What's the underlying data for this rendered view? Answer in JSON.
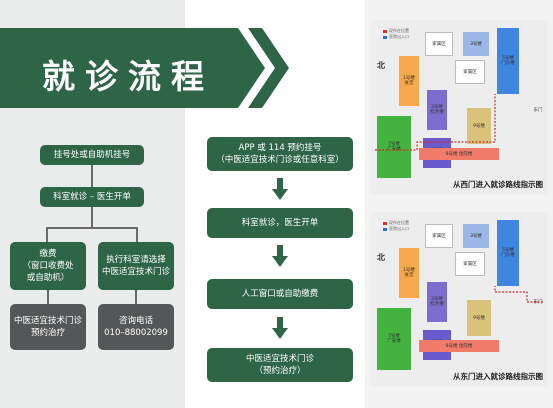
{
  "banner": {
    "title": "就诊流程"
  },
  "left_flow": {
    "step1": "挂号处或自助机挂号",
    "step2": "科室就诊 – 医生开单",
    "step3a": "缴费\n（窗口收费处\n或自助机）",
    "step3b": "执行科室请选择\n中医适宜技术门诊",
    "step4a": "中医适宜技术门诊\n预约治疗",
    "step4b_title": "咨询电话",
    "step4b_phone": "010–88002099"
  },
  "mid_flow": {
    "step1": "APP 或 114 预约挂号\n（中医适宜技术门诊或任意科室）",
    "step2": "科室就诊，医生开单",
    "step3": "人工窗口或自助缴费",
    "step4": "中医适宜技术门诊\n（预约治疗）"
  },
  "maps": [
    {
      "caption": "从西门进入就诊路线指示图",
      "north": "北",
      "legend": [
        "现所在位置",
        "医院出入口"
      ],
      "east_gate": "东门",
      "labels": {
        "b1": "家属区",
        "b2": "家属区",
        "b3": "1号楼\n食堂",
        "b4": "2号楼\n综合楼",
        "b5": "3号楼",
        "b6": "5号楼\n门诊楼",
        "b7": "7号楼\n广安楼",
        "b8": "4号楼\n新病房楼",
        "b9": "9号楼",
        "b10": "8号楼 住院楼"
      }
    },
    {
      "caption": "从东门进入就诊路线指示图",
      "north": "北",
      "legend": [
        "现所在位置",
        "医院出入口"
      ],
      "east_gate": "东门",
      "labels": {
        "b1": "家属区",
        "b2": "家属区",
        "b3": "1号楼\n食堂",
        "b4": "2号楼\n综合楼",
        "b5": "3号楼",
        "b6": "5号楼\n门诊楼",
        "b7": "7号楼\n广安楼",
        "b8": "4号楼\n新病房楼",
        "b9": "9号楼",
        "b10": "8号楼 住院楼"
      }
    }
  ],
  "colors": {
    "green": "#2e6547",
    "gray": "#555657"
  }
}
